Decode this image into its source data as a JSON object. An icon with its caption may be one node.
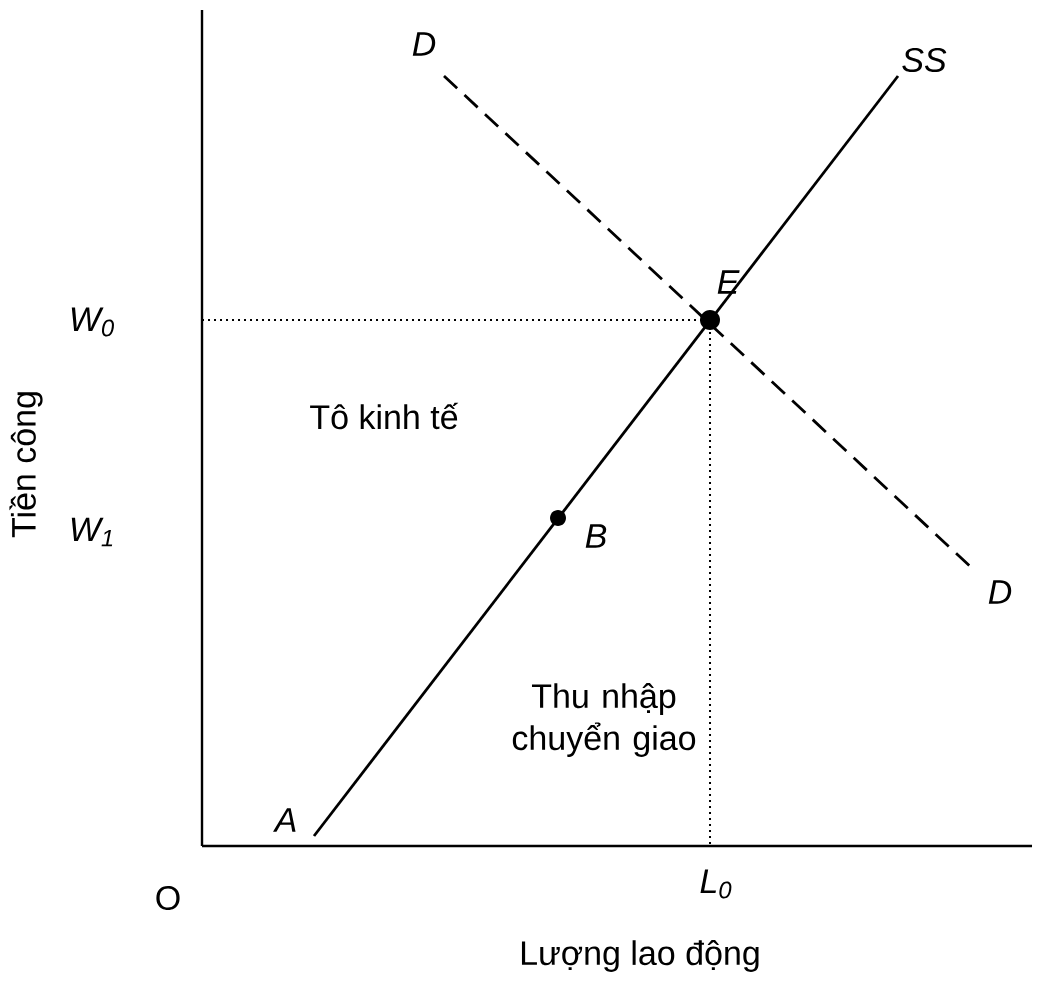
{
  "diagram": {
    "labels": [
      "D",
      "SS",
      "E",
      "W$_{0}$",
      "Tô kinh tế",
      "W$_{1}$",
      "B",
      "D",
      "Tiền công",
      "Thu nhập chuyển giao",
      "A",
      "O",
      "L$_{0}$",
      "Lượng lao động"
    ]
  }
}
